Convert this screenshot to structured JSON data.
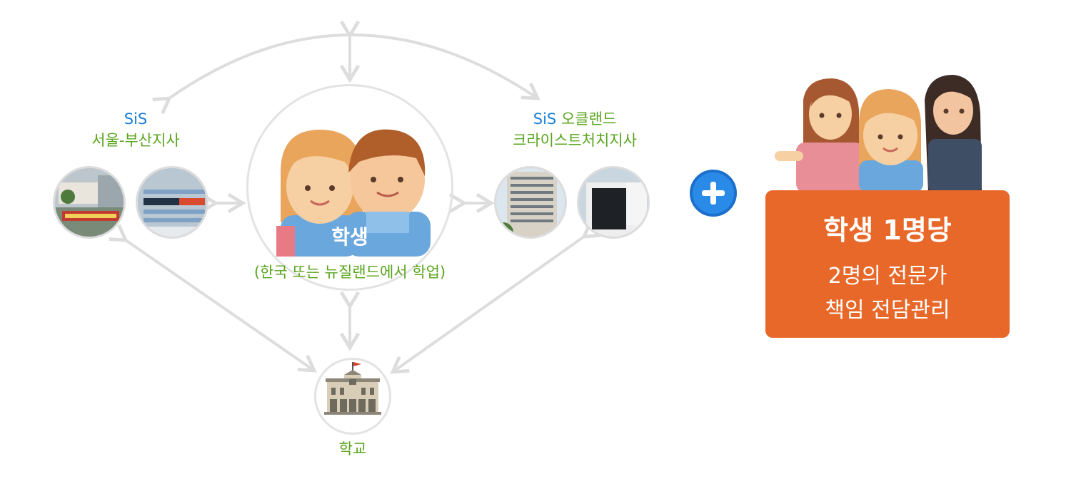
{
  "left_branch": {
    "brand": "SiS",
    "name": "서울-부산지사"
  },
  "right_branch": {
    "brand": "SiS",
    "name_line1": "오클랜드",
    "name_line2": "크라이스트처치지사"
  },
  "student": {
    "title": "학생",
    "subtitle": "(한국 또는 뉴질랜드에서 학업)"
  },
  "school": {
    "label": "학교"
  },
  "callout": {
    "line1": "학생 1명당",
    "line2": "2명의 전문가",
    "line3": "책임 전담관리"
  },
  "colors": {
    "brand_blue": "#1a7fd6",
    "label_green": "#5aa51e",
    "callout_orange": "#e8682a",
    "connector_gray": "#dddddd",
    "plus_blue": "#2a8ae8"
  },
  "icons": [
    "students-illustration",
    "school-building-icon",
    "plus-icon",
    "experts-illustration",
    "office-building-photo"
  ]
}
